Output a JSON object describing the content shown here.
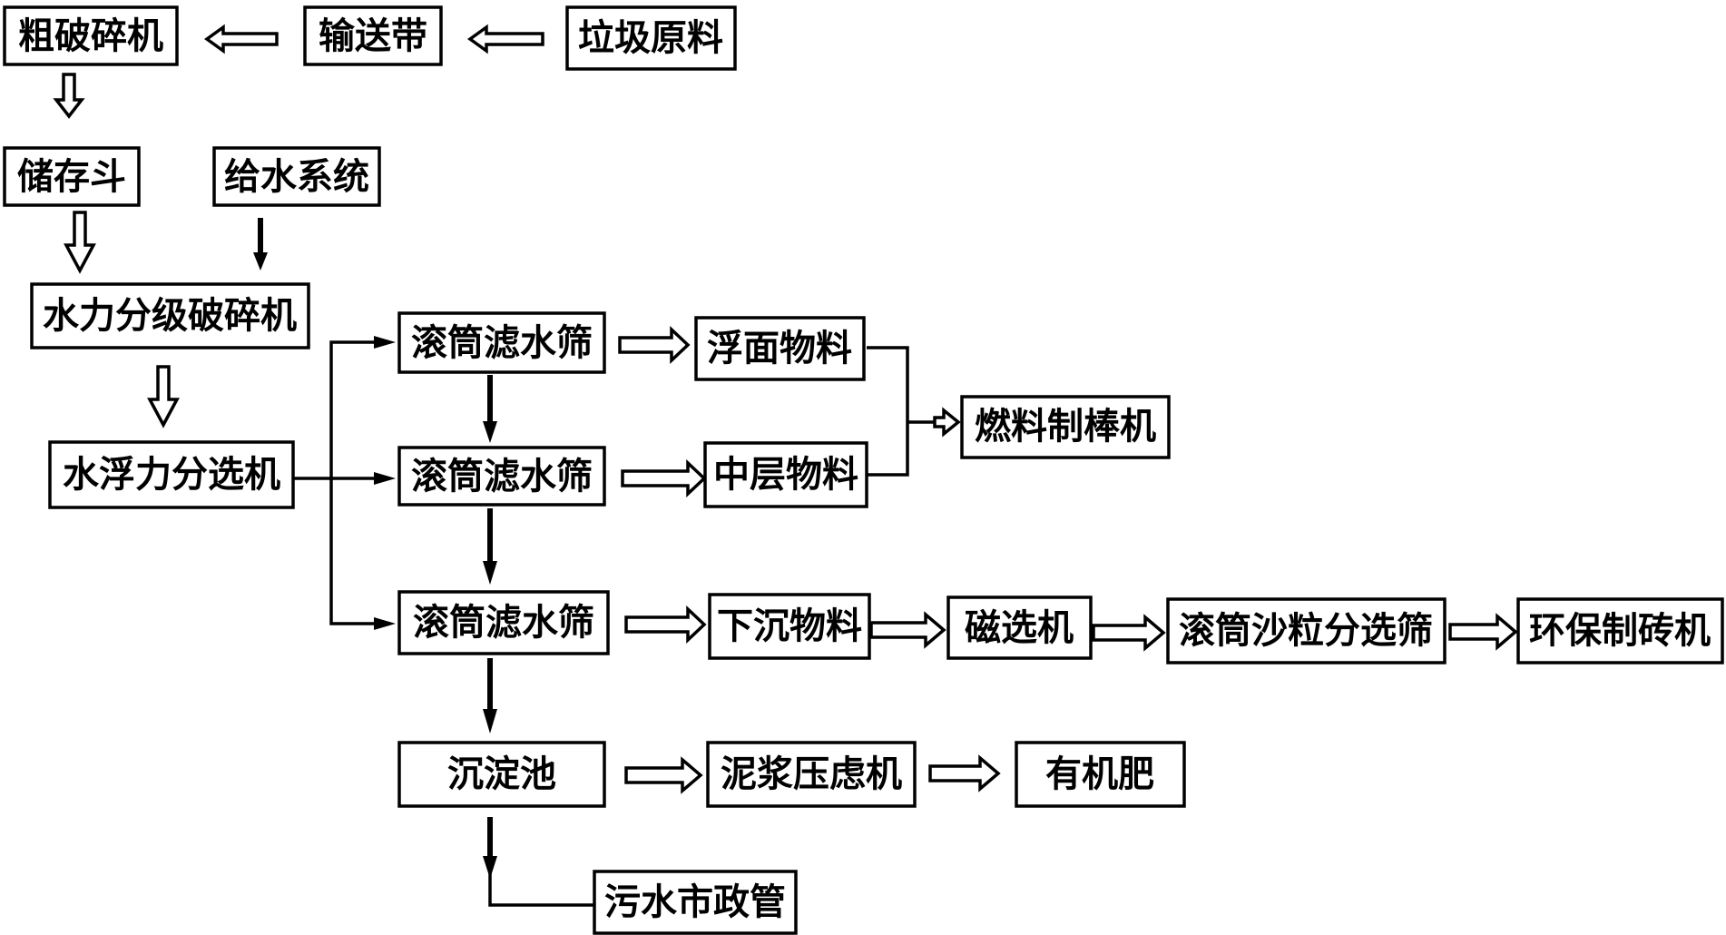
{
  "nodes": {
    "crusher": "粗破碎机",
    "conveyor": "输送带",
    "raw": "垃圾原料",
    "hopper": "储存斗",
    "water": "给水系统",
    "hydro": "水力分级破碎机",
    "flotation": "水浮力分选机",
    "drum1": "滚筒滤水筛",
    "drum2": "滚筒滤水筛",
    "drum3": "滚筒滤水筛",
    "floating": "浮面物料",
    "middle": "中层物料",
    "fuel": "燃料制棒机",
    "sinking": "下沉物料",
    "magnet": "磁选机",
    "sand": "滚筒沙粒分选筛",
    "brick": "环保制砖机",
    "tank": "沉淀池",
    "press": "泥浆压虑机",
    "fertilizer": "有机肥",
    "sewer": "污水市政管"
  }
}
